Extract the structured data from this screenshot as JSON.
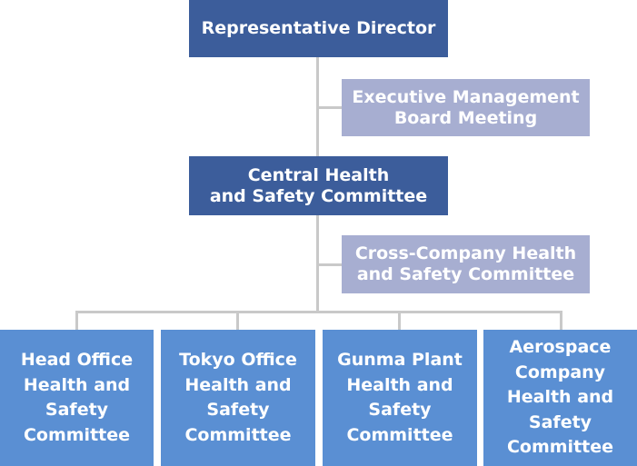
{
  "nodes": {
    "representative_director": "Representative Director",
    "executive_board": "Executive Management\nBoard Meeting",
    "central_committee": "Central Health\nand Safety Committee",
    "cross_company_committee": "Cross-Company Health\nand Safety Committee",
    "head_office_committee": "Head Office\nHealth and\nSafety\nCommittee",
    "tokyo_office_committee": "Tokyo Office\nHealth and\nSafety\nCommittee",
    "gunma_plant_committee": "Gunma Plant\nHealth and\nSafety\nCommittee",
    "aerospace_committee": "Aerospace\nCompany\nHealth and\nSafety\nCommittee"
  },
  "colors": {
    "primary_box": "#3c5d9b",
    "secondary_box": "#a7aed1",
    "leaf_box": "#5a8fd3",
    "connector": "#c9c9c9"
  }
}
